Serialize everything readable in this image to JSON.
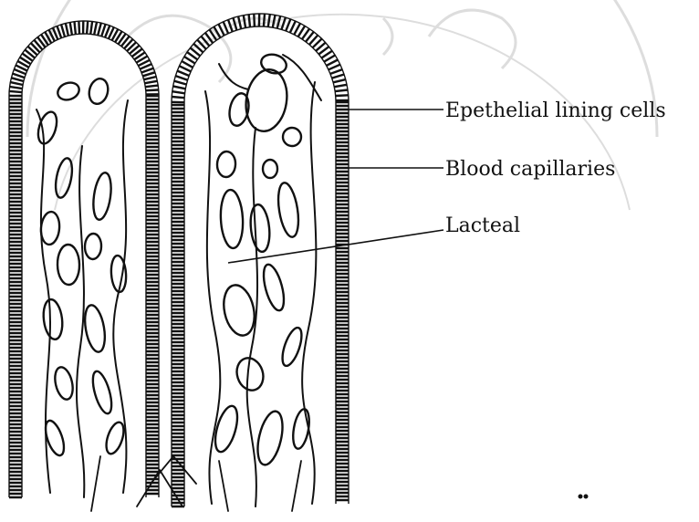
{
  "diagram": {
    "labels": {
      "epithelial": "Epethelial lining cells",
      "capillaries": "Blood capillaries",
      "lacteal": "Lacteal"
    },
    "colors": {
      "ink": "#111111",
      "watermark": "#c9c9c9",
      "background": "#ffffff"
    }
  }
}
